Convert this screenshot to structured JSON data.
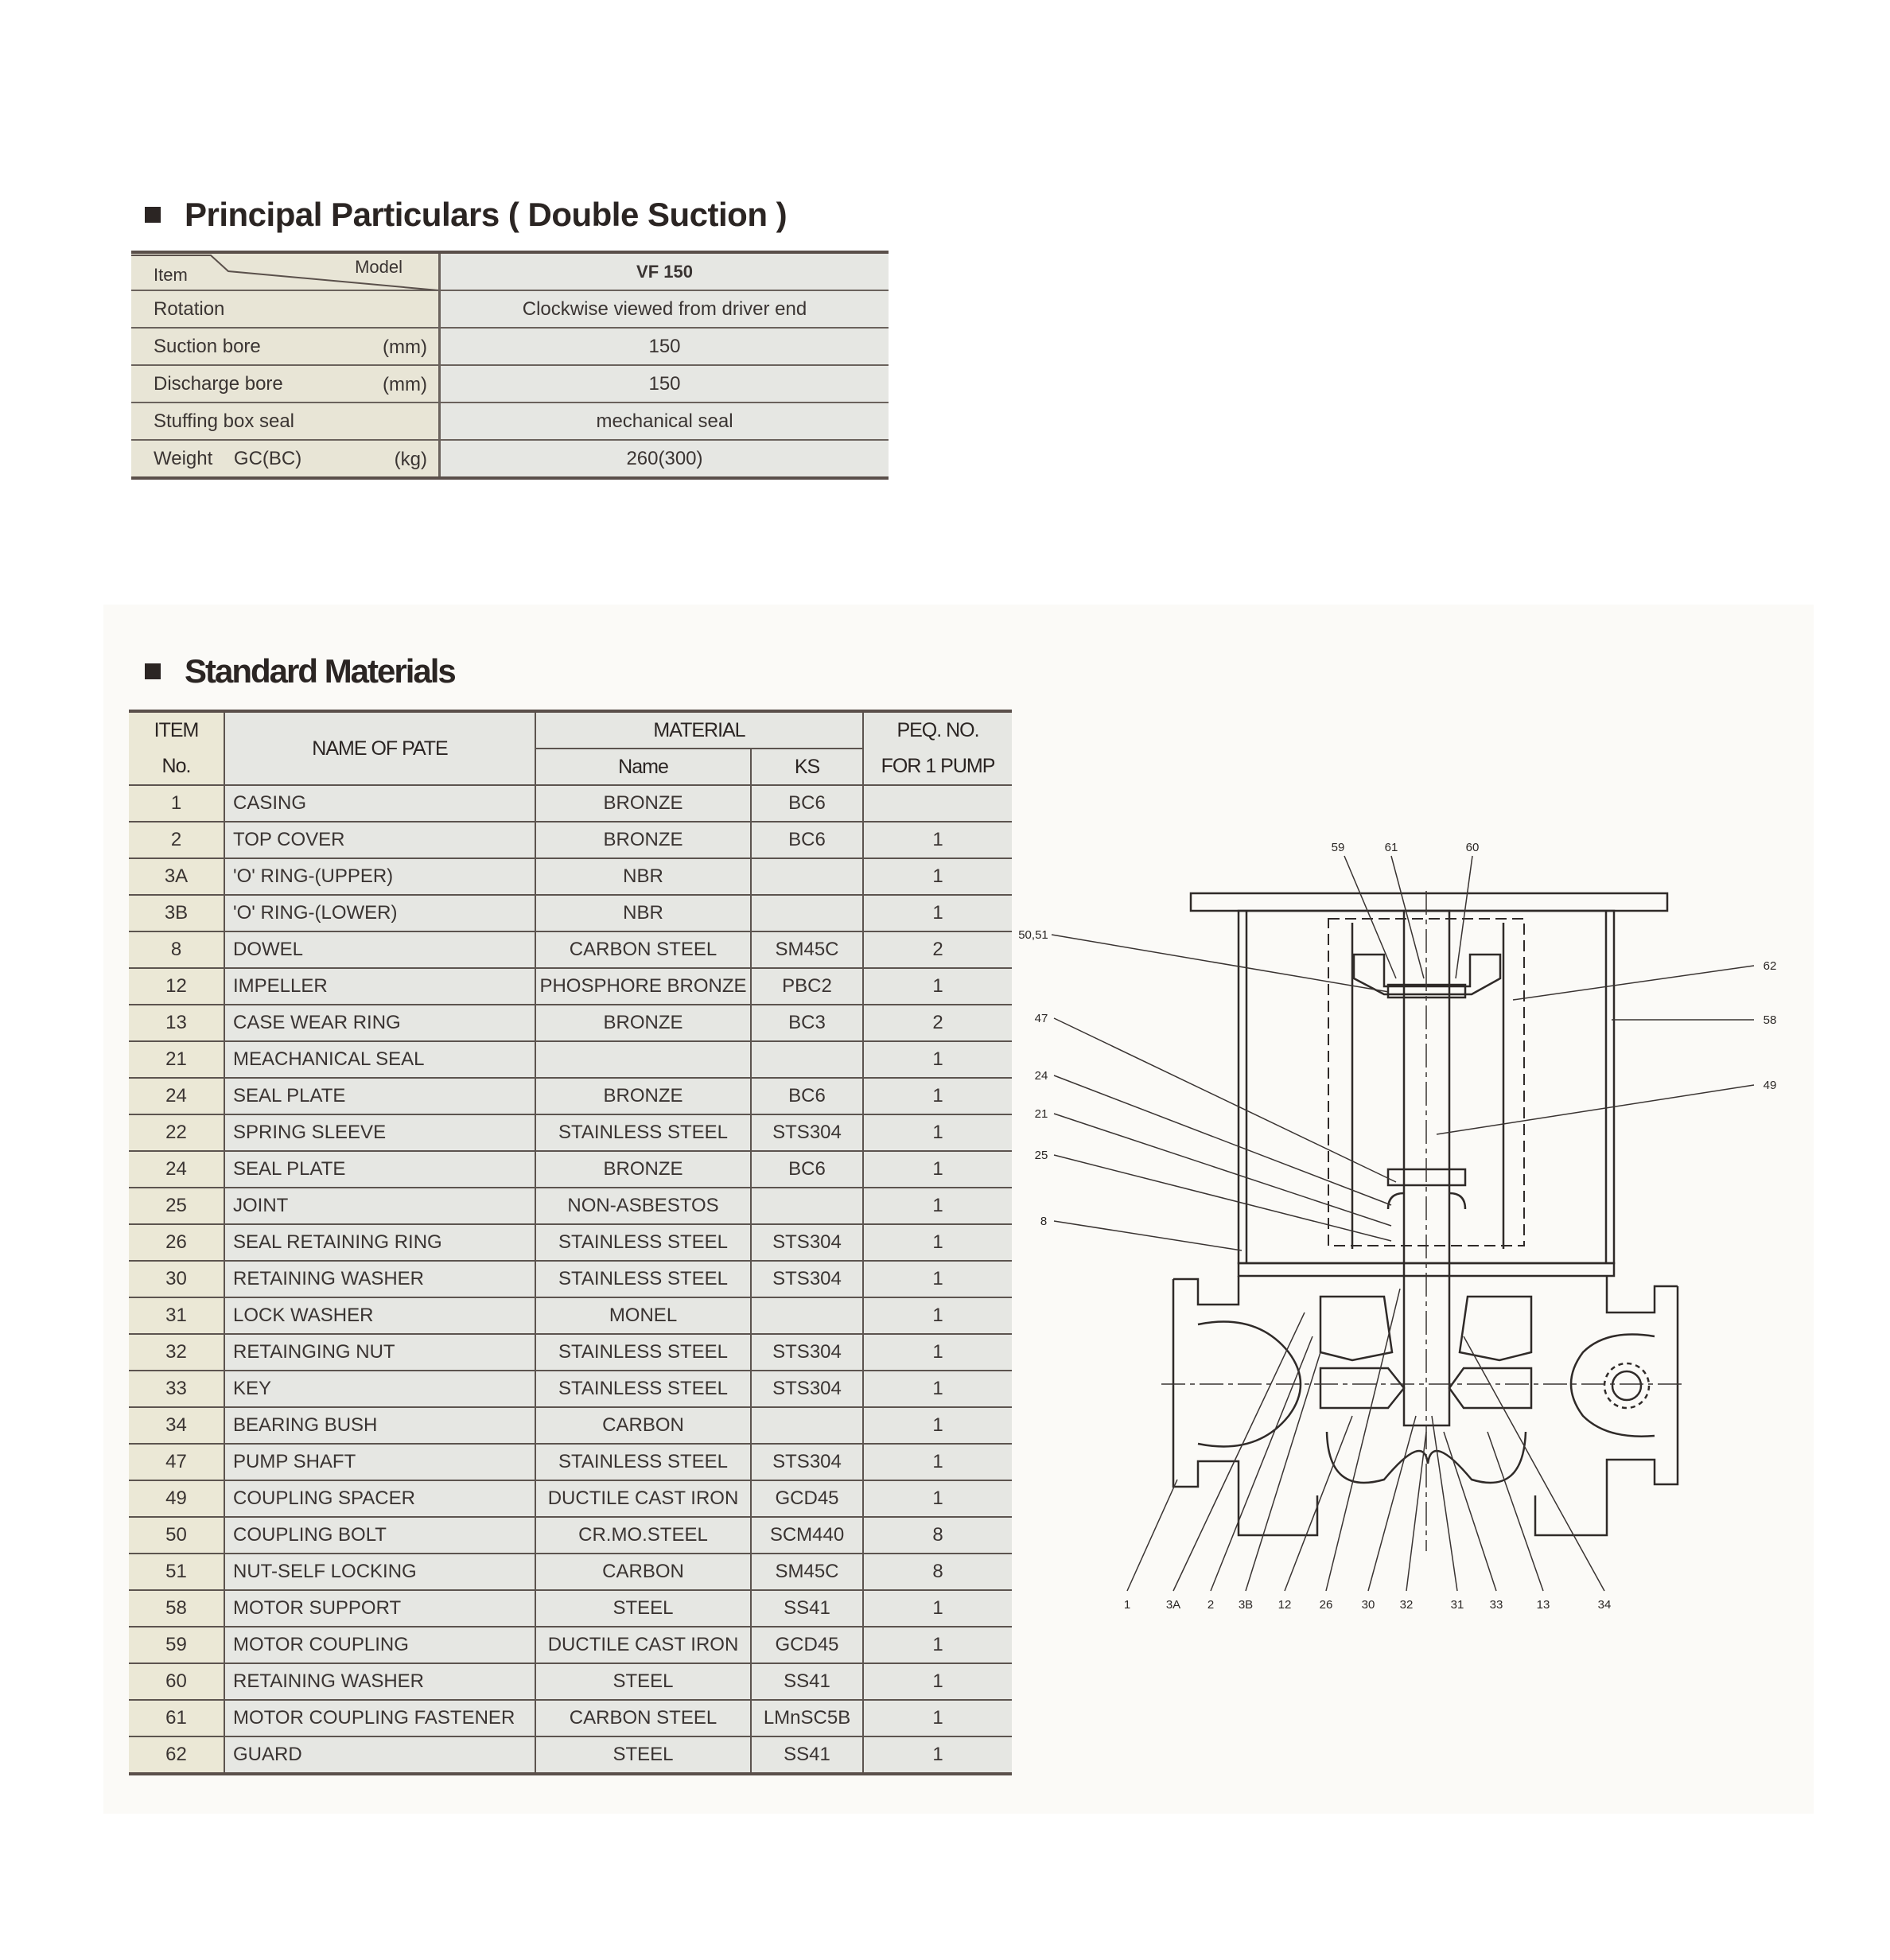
{
  "principal": {
    "title": "Principal Particulars ( Double Suction )",
    "header_item": "Item",
    "header_model": "Model",
    "model": "VF 150",
    "rows": [
      {
        "label": "Rotation",
        "unit": "",
        "value": "Clockwise viewed from driver end"
      },
      {
        "label": "Suction bore",
        "unit": "(mm)",
        "value": "150"
      },
      {
        "label": "Discharge bore",
        "unit": "(mm)",
        "value": "150"
      },
      {
        "label": "Stuffing box seal",
        "unit": "",
        "value": "mechanical seal"
      },
      {
        "label": "Weight    GC(BC)",
        "unit": "(kg)",
        "value": "260(300)"
      }
    ]
  },
  "materials": {
    "title": "Standard Materials",
    "headers": {
      "item_top": "ITEM",
      "item_bottom": "No.",
      "name": "NAME OF PATE",
      "material": "MATERIAL",
      "mat_name": "Name",
      "ks": "KS",
      "req_top": "PEQ. NO.",
      "req_bottom": "FOR 1 PUMP"
    },
    "rows": [
      [
        "1",
        "CASING",
        "BRONZE",
        "BC6",
        ""
      ],
      [
        "2",
        "TOP COVER",
        "BRONZE",
        "BC6",
        "1"
      ],
      [
        "3A",
        "'O'  RING-(UPPER)",
        "NBR",
        "",
        "1"
      ],
      [
        "3B",
        "'O'  RING-(LOWER)",
        "NBR",
        "",
        "1"
      ],
      [
        "8",
        "DOWEL",
        "CARBON STEEL",
        "SM45C",
        "2"
      ],
      [
        "12",
        "IMPELLER",
        "PHOSPHORE BRONZE",
        "PBC2",
        "1"
      ],
      [
        "13",
        "CASE WEAR RING",
        "BRONZE",
        "BC3",
        "2"
      ],
      [
        "21",
        "MEACHANICAL SEAL",
        "",
        "",
        "1"
      ],
      [
        "24",
        "SEAL PLATE",
        "BRONZE",
        "BC6",
        "1"
      ],
      [
        "22",
        "SPRING SLEEVE",
        "STAINLESS STEEL",
        "STS304",
        "1"
      ],
      [
        "24",
        "SEAL PLATE",
        "BRONZE",
        "BC6",
        "1"
      ],
      [
        "25",
        "JOINT",
        "NON-ASBESTOS",
        "",
        "1"
      ],
      [
        "26",
        "SEAL RETAINING RING",
        "STAINLESS STEEL",
        "STS304",
        "1"
      ],
      [
        "30",
        "RETAINING WASHER",
        "STAINLESS STEEL",
        "STS304",
        "1"
      ],
      [
        "31",
        "LOCK WASHER",
        "MONEL",
        "",
        "1"
      ],
      [
        "32",
        "RETAINGING NUT",
        "STAINLESS STEEL",
        "STS304",
        "1"
      ],
      [
        "33",
        "KEY",
        "STAINLESS STEEL",
        "STS304",
        "1"
      ],
      [
        "34",
        "BEARING BUSH",
        "CARBON",
        "",
        "1"
      ],
      [
        "47",
        "PUMP SHAFT",
        "STAINLESS STEEL",
        "STS304",
        "1"
      ],
      [
        "49",
        "COUPLING SPACER",
        "DUCTILE CAST IRON",
        "GCD45",
        "1"
      ],
      [
        "50",
        "COUPLING BOLT",
        "CR.MO.STEEL",
        "SCM440",
        "8"
      ],
      [
        "51",
        "NUT-SELF LOCKING",
        "CARBON",
        "SM45C",
        "8"
      ],
      [
        "58",
        "MOTOR SUPPORT",
        "STEEL",
        "SS41",
        "1"
      ],
      [
        "59",
        "MOTOR COUPLING",
        "DUCTILE CAST IRON",
        "GCD45",
        "1"
      ],
      [
        "60",
        "RETAINING WASHER",
        "STEEL",
        "SS41",
        "1"
      ],
      [
        "61",
        "MOTOR COUPLING FASTENER",
        "CARBON STEEL",
        "LMnSC5B",
        "1"
      ],
      [
        "62",
        "GUARD",
        "STEEL",
        "SS41",
        "1"
      ]
    ]
  },
  "diagram": {
    "labels": [
      "59",
      "61",
      "60",
      "50,51",
      "47",
      "24",
      "21",
      "25",
      "8",
      "62",
      "58",
      "49",
      "1",
      "3A",
      "2",
      "3B",
      "12",
      "26",
      "30",
      "32",
      "31",
      "33",
      "13",
      "34"
    ]
  }
}
